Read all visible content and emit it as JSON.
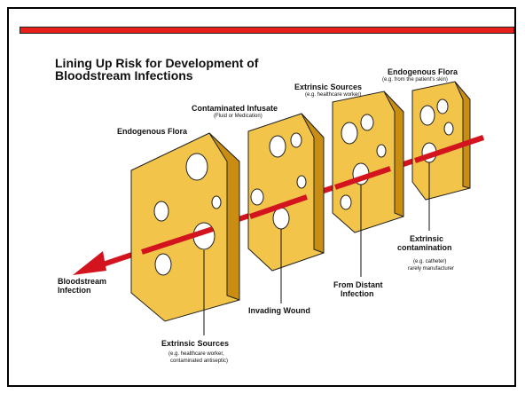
{
  "title": "Lining Up Risk for Development of Bloodstream Infections",
  "colors": {
    "frame": "#000000",
    "banner": "#e8201c",
    "cheese": "#f2c44a",
    "cheese_dark": "#c98d12",
    "arrow": "#d3141e"
  },
  "labels": {
    "endogenous_flora_1": "Endogenous Flora",
    "contaminated_infusate": "Contaminated Infusate",
    "contaminated_infusate_sub": "(Fluid or Medication)",
    "extrinsic_sources_top": "Extrinsic Sources",
    "extrinsic_sources_top_sub": "(e.g. healthcare worker)",
    "endogenous_flora_2": "Endogenous Flora",
    "endogenous_flora_2_sub": "(e.g. from the patient's skin)",
    "bloodstream_infection_1": "Bloodstream",
    "bloodstream_infection_2": "Infection",
    "invading_wound": "Invading Wound",
    "from_distant_infection_1": "From Distant",
    "from_distant_infection_2": "Infection",
    "extrinsic_contamination_1": "Extrinsic",
    "extrinsic_contamination_2": "contamination",
    "extrinsic_contamination_sub_1": "(e.g. catheter)",
    "extrinsic_contamination_sub_2": "rarely manufacturer",
    "extrinsic_sources_bottom": "Extrinsic Sources",
    "extrinsic_sources_bottom_sub_1": "(e.g. healthcare worker,",
    "extrinsic_sources_bottom_sub_2": "contaminated antiseptic)"
  }
}
